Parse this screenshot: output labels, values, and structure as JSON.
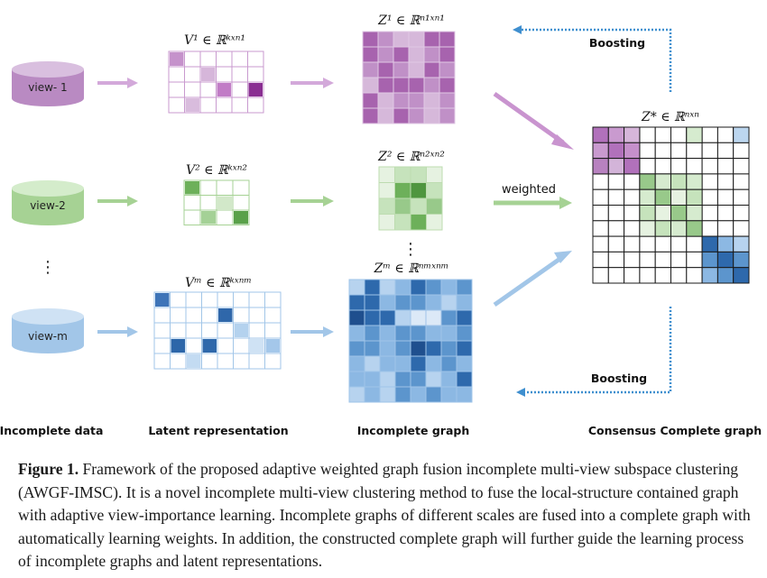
{
  "views": {
    "view1": "view- 1",
    "view2": "view-2",
    "vdots": "⋮",
    "viewm": "view-m"
  },
  "latent": {
    "v1_label": "V¹ ∈ ℝᵏˣⁿ¹",
    "v2_label": "V² ∈ ℝᵏˣⁿ²",
    "vm_label": "Vᵐ ∈ ℝᵏˣⁿᵐ"
  },
  "graphs": {
    "z1_label": "Z¹ ∈ ℝⁿ¹ˣⁿ¹",
    "z2_label": "Z² ∈ ℝⁿ²ˣⁿ²",
    "zdots": "⋮",
    "zm_label": "Zᵐ ∈ ℝⁿᵐˣⁿᵐ"
  },
  "consensus": {
    "label": "Z* ∈ ℝⁿˣⁿ"
  },
  "arrows": {
    "weighted": "weighted",
    "boosting_top": "Boosting",
    "boosting_bottom": "Boosting"
  },
  "section_labels": {
    "incomplete_data": "Incomplete data",
    "latent_representation": "Latent representation",
    "incomplete_graph": "Incomplete graph",
    "consensus_graph": "Consensus Complete graph"
  },
  "caption": {
    "label": "Figure 1.",
    "text": " Framework of the proposed adaptive weighted graph fusion incomplete multi-view subspace clustering (AWGF-IMSC). It is a novel incomplete multi-view clustering method to fuse the local-structure contained graph with adaptive view-importance learning. Incomplete graphs of different scales are fused into a complete graph with automatically learning weights. In addition, the constructed complete graph will further guide the learning process of incomplete graphs and latent representations."
  },
  "colors": {
    "purple_dark": "#8a2e92",
    "purple_mid": "#b171bb",
    "purple_light": "#d3b4d9",
    "purple_cyl": "#b98ac2",
    "green_dark": "#5aa14a",
    "green_mid": "#98c98a",
    "green_light": "#d6ebcf",
    "green_cyl": "#a6d294",
    "blue_dark": "#2a64a6",
    "blue_mid": "#5b95cd",
    "blue_light": "#bcd6ef",
    "blue_cyl": "#a2c6e8",
    "boosting_arrow": "#3f8fcf"
  },
  "matrices": {
    "V1": {
      "cols": 6,
      "rows": 4,
      "cells": [
        [
          0,
          0,
          "#c592cb"
        ],
        [
          2,
          1,
          "#d6b6da"
        ],
        [
          3,
          2,
          "#c17cc6"
        ],
        [
          5,
          2,
          "#8a2e92"
        ],
        [
          1,
          3,
          "#d9bcdd"
        ]
      ]
    },
    "V2": {
      "cols": 4,
      "rows": 3,
      "cells": [
        [
          0,
          0,
          "#6db05a"
        ],
        [
          2,
          1,
          "#d2e8c9"
        ],
        [
          1,
          2,
          "#a4d196"
        ],
        [
          3,
          2,
          "#5aa14a"
        ]
      ]
    },
    "Vm": {
      "cols": 8,
      "rows": 5,
      "cells": [
        [
          0,
          0,
          "#3e74b8"
        ],
        [
          4,
          1,
          "#2f67aa"
        ],
        [
          5,
          2,
          "#b4d2ee"
        ],
        [
          1,
          3,
          "#2d66a9"
        ],
        [
          3,
          3,
          "#2f68ab"
        ],
        [
          7,
          3,
          "#a4c7ea"
        ],
        [
          6,
          3,
          "#cfe2f4"
        ],
        [
          2,
          4,
          "#c3dbf2"
        ]
      ]
    },
    "Z1": {
      "size": 6,
      "palette": [
        "#ffffff",
        "#ecdcee",
        "#d6b8da",
        "#c090c7",
        "#a763ae",
        "#8a2e92"
      ],
      "grid": [
        [
          4,
          3,
          2,
          2,
          4,
          4
        ],
        [
          4,
          3,
          4,
          2,
          3,
          4
        ],
        [
          3,
          4,
          3,
          2,
          4,
          3
        ],
        [
          2,
          4,
          4,
          4,
          3,
          4
        ],
        [
          4,
          2,
          3,
          3,
          2,
          3
        ],
        [
          4,
          2,
          4,
          3,
          2,
          3
        ]
      ]
    },
    "Z2": {
      "size": 4,
      "palette": [
        "#ffffff",
        "#e6f2e1",
        "#c6e3bc",
        "#98c98a",
        "#6db05a",
        "#4f963f"
      ],
      "grid": [
        [
          1,
          2,
          2,
          1
        ],
        [
          1,
          4,
          5,
          2
        ],
        [
          2,
          3,
          2,
          3
        ],
        [
          1,
          2,
          4,
          1
        ]
      ]
    },
    "Zm": {
      "size": 8,
      "palette": [
        "#ffffff",
        "#dce9f7",
        "#b7d3ef",
        "#8cb8e3",
        "#5c95cd",
        "#2e69ac",
        "#1f4f8e"
      ],
      "grid": [
        [
          2,
          5,
          2,
          3,
          5,
          4,
          3,
          4
        ],
        [
          5,
          5,
          3,
          4,
          4,
          3,
          2,
          3
        ],
        [
          6,
          5,
          5,
          2,
          1,
          1,
          4,
          5
        ],
        [
          3,
          4,
          3,
          4,
          4,
          3,
          3,
          4
        ],
        [
          4,
          4,
          3,
          4,
          6,
          5,
          4,
          5
        ],
        [
          3,
          2,
          3,
          3,
          5,
          3,
          4,
          3
        ],
        [
          3,
          3,
          2,
          4,
          4,
          2,
          3,
          5
        ],
        [
          2,
          3,
          2,
          4,
          3,
          4,
          3,
          3
        ]
      ]
    },
    "Zstar": {
      "size": 10,
      "cells": [
        [
          0,
          0,
          "#b171bb"
        ],
        [
          1,
          0,
          "#c99acf"
        ],
        [
          2,
          0,
          "#d6b6da"
        ],
        [
          6,
          0,
          "#d6ebcf"
        ],
        [
          9,
          0,
          "#bcd6ef"
        ],
        [
          0,
          1,
          "#c99acf"
        ],
        [
          1,
          1,
          "#b171bb"
        ],
        [
          2,
          1,
          "#c590cb"
        ],
        [
          0,
          2,
          "#b882c0"
        ],
        [
          1,
          2,
          "#d3b4d9"
        ],
        [
          2,
          2,
          "#b171bb"
        ],
        [
          3,
          3,
          "#98c98a"
        ],
        [
          4,
          3,
          "#d6ebcf"
        ],
        [
          5,
          3,
          "#c6e3bc"
        ],
        [
          6,
          3,
          "#d6ebcf"
        ],
        [
          3,
          4,
          "#d6ebcf"
        ],
        [
          4,
          4,
          "#98c98a"
        ],
        [
          5,
          4,
          "#e6f2e1"
        ],
        [
          6,
          4,
          "#c6e3bc"
        ],
        [
          3,
          5,
          "#c6e3bc"
        ],
        [
          4,
          5,
          "#e6f2e1"
        ],
        [
          5,
          5,
          "#98c98a"
        ],
        [
          6,
          5,
          "#d6ebcf"
        ],
        [
          3,
          6,
          "#e6f2e1"
        ],
        [
          4,
          6,
          "#c6e3bc"
        ],
        [
          5,
          6,
          "#d6ebcf"
        ],
        [
          6,
          6,
          "#98c98a"
        ],
        [
          7,
          7,
          "#2e69ac"
        ],
        [
          8,
          7,
          "#8cb8e3"
        ],
        [
          9,
          7,
          "#b7d3ef"
        ],
        [
          7,
          8,
          "#5c95cd"
        ],
        [
          8,
          8,
          "#2e69ac"
        ],
        [
          9,
          8,
          "#5c95cd"
        ],
        [
          7,
          9,
          "#8cb8e3"
        ],
        [
          8,
          9,
          "#5c95cd"
        ],
        [
          9,
          9,
          "#2e69ac"
        ]
      ]
    }
  }
}
